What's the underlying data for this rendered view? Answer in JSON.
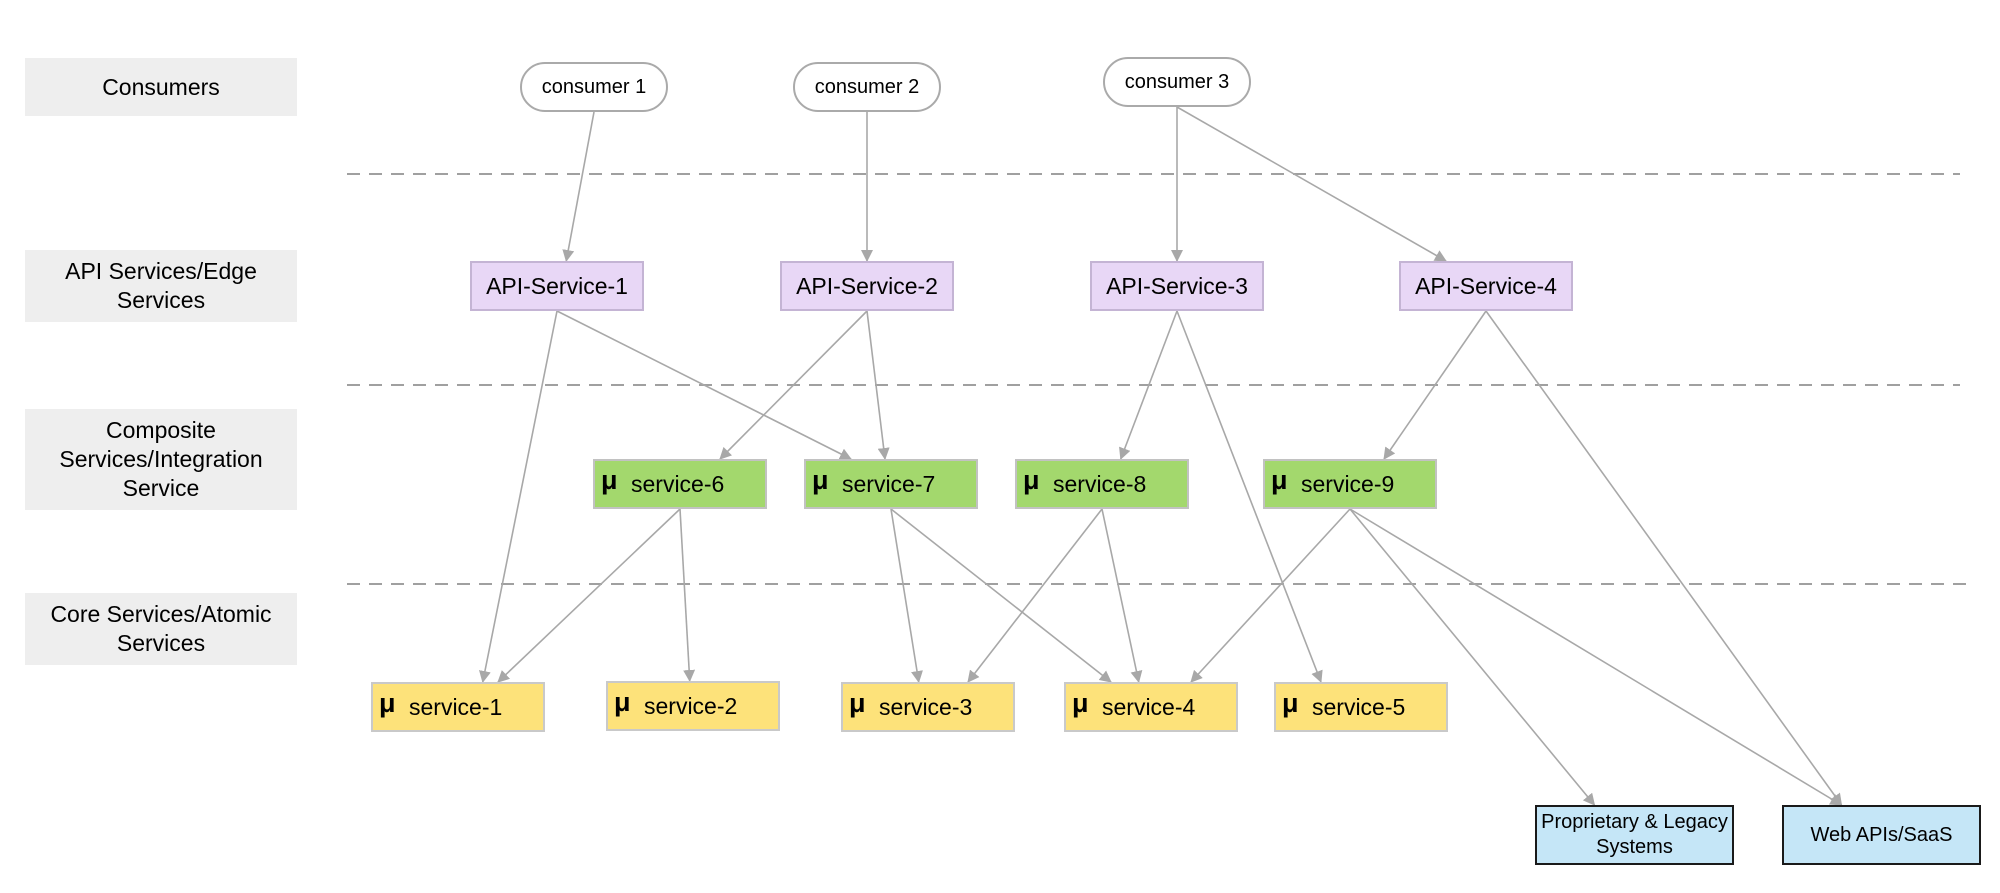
{
  "layers": [
    {
      "id": "consumers",
      "label": "Consumers"
    },
    {
      "id": "api",
      "label": "API Services/Edge Services"
    },
    {
      "id": "composite",
      "label": "Composite Services/Integration Service"
    },
    {
      "id": "core",
      "label": "Core Services/Atomic Services"
    }
  ],
  "consumers": [
    {
      "id": "c1",
      "label": "consumer 1"
    },
    {
      "id": "c2",
      "label": "consumer 2"
    },
    {
      "id": "c3",
      "label": "consumer 3"
    }
  ],
  "api_services": [
    {
      "id": "a1",
      "label": "API-Service-1"
    },
    {
      "id": "a2",
      "label": "API-Service-2"
    },
    {
      "id": "a3",
      "label": "API-Service-3"
    },
    {
      "id": "a4",
      "label": "API-Service-4"
    }
  ],
  "composite_services": [
    {
      "id": "s6",
      "label": "service-6"
    },
    {
      "id": "s7",
      "label": "service-7"
    },
    {
      "id": "s8",
      "label": "service-8"
    },
    {
      "id": "s9",
      "label": "service-9"
    }
  ],
  "core_services": [
    {
      "id": "s1",
      "label": "service-1"
    },
    {
      "id": "s2",
      "label": "service-2"
    },
    {
      "id": "s3",
      "label": "service-3"
    },
    {
      "id": "s4",
      "label": "service-4"
    },
    {
      "id": "s5",
      "label": "service-5"
    }
  ],
  "external_systems": [
    {
      "id": "legacy",
      "label": "Proprietary & Legacy Systems"
    },
    {
      "id": "saas",
      "label": "Web APIs/SaaS"
    }
  ],
  "service_marker": "μ",
  "connections": [
    {
      "from": "c1",
      "to": "a1"
    },
    {
      "from": "c2",
      "to": "a2"
    },
    {
      "from": "c3",
      "to": "a3"
    },
    {
      "from": "c3",
      "to": "a4"
    },
    {
      "from": "a1",
      "to": "s1"
    },
    {
      "from": "a1",
      "to": "s7"
    },
    {
      "from": "a2",
      "to": "s6"
    },
    {
      "from": "a2",
      "to": "s7"
    },
    {
      "from": "a3",
      "to": "s8"
    },
    {
      "from": "a3",
      "to": "s5"
    },
    {
      "from": "a4",
      "to": "s9"
    },
    {
      "from": "a4",
      "to": "saas"
    },
    {
      "from": "s6",
      "to": "s1"
    },
    {
      "from": "s6",
      "to": "s2"
    },
    {
      "from": "s7",
      "to": "s3"
    },
    {
      "from": "s7",
      "to": "s4"
    },
    {
      "from": "s8",
      "to": "s3"
    },
    {
      "from": "s8",
      "to": "s4"
    },
    {
      "from": "s9",
      "to": "s4"
    },
    {
      "from": "s9",
      "to": "legacy"
    },
    {
      "from": "s9",
      "to": "saas"
    }
  ],
  "colors": {
    "layer_label_bg": "#eeeeee",
    "api_fill": "#e8d7f6",
    "composite_fill": "#a3d86d",
    "core_fill": "#fde27a",
    "external_fill": "#c5e6f7",
    "connector": "#a8a8a8",
    "separator": "#a0a0a0"
  }
}
